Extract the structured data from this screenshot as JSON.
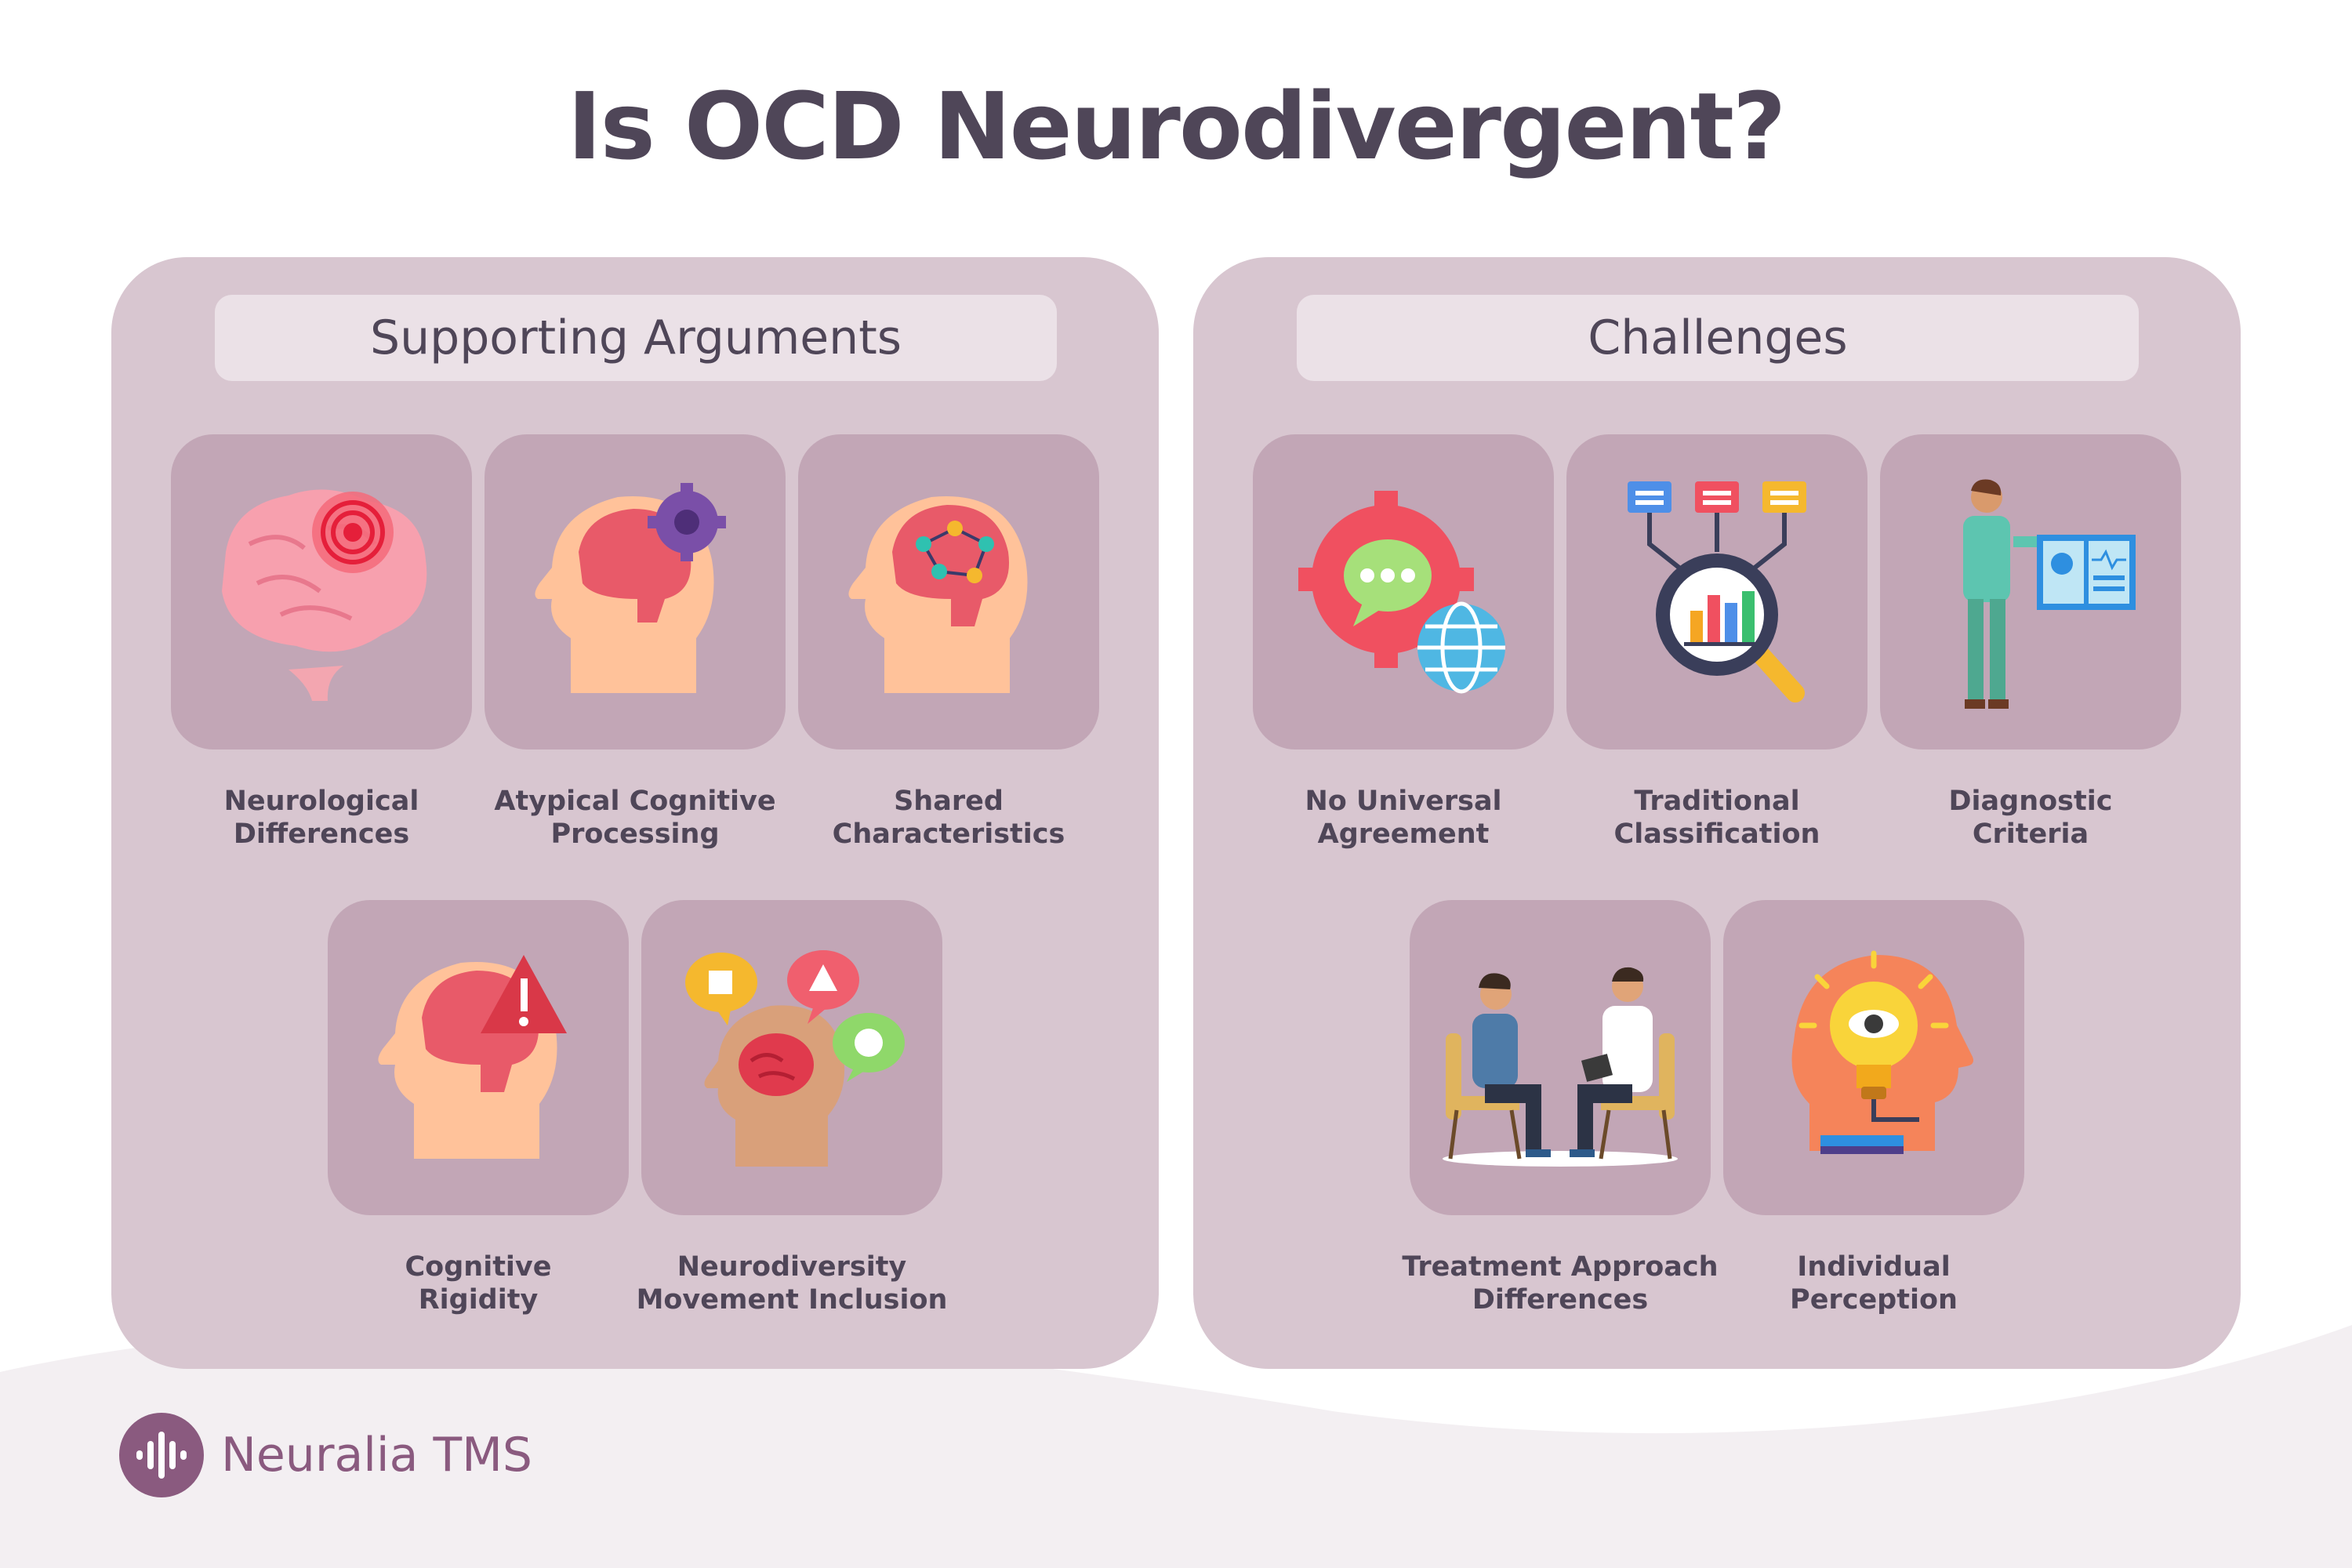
{
  "title": "Is OCD Neurodivergent?",
  "colors": {
    "panel": "#d8c6d0",
    "card": "#c2a6b6",
    "header": "#ebe1e7",
    "text": "#4f4658",
    "brand": "#8a5a7f"
  },
  "supporting": {
    "header": "Supporting Arguments",
    "items": [
      {
        "line1": "Neurological",
        "line2": "Differences",
        "icon": "brain-target-icon"
      },
      {
        "line1": "Atypical Cognitive",
        "line2": "Processing",
        "icon": "head-gear-icon"
      },
      {
        "line1": "Shared",
        "line2": "Characteristics",
        "icon": "head-network-icon"
      },
      {
        "line1": "Cognitive",
        "line2": "Rigidity",
        "icon": "head-warning-icon"
      },
      {
        "line1": "Neurodiversity",
        "line2": "Movement Inclusion",
        "icon": "head-speech-bubbles-icon"
      }
    ]
  },
  "challenges": {
    "header": "Challenges",
    "items": [
      {
        "line1": "No Universal",
        "line2": "Agreement",
        "icon": "gear-chat-globe-icon"
      },
      {
        "line1": "Traditional",
        "line2": "Classification",
        "icon": "magnifier-chart-icon"
      },
      {
        "line1": "Diagnostic",
        "line2": "Criteria",
        "icon": "doctor-board-icon"
      },
      {
        "line1": "Treatment Approach",
        "line2": "Differences",
        "icon": "consultation-icon"
      },
      {
        "line1": "Individual",
        "line2": "Perception",
        "icon": "head-lightbulb-eye-icon"
      }
    ]
  },
  "brand": {
    "name": "Neuralia TMS"
  }
}
